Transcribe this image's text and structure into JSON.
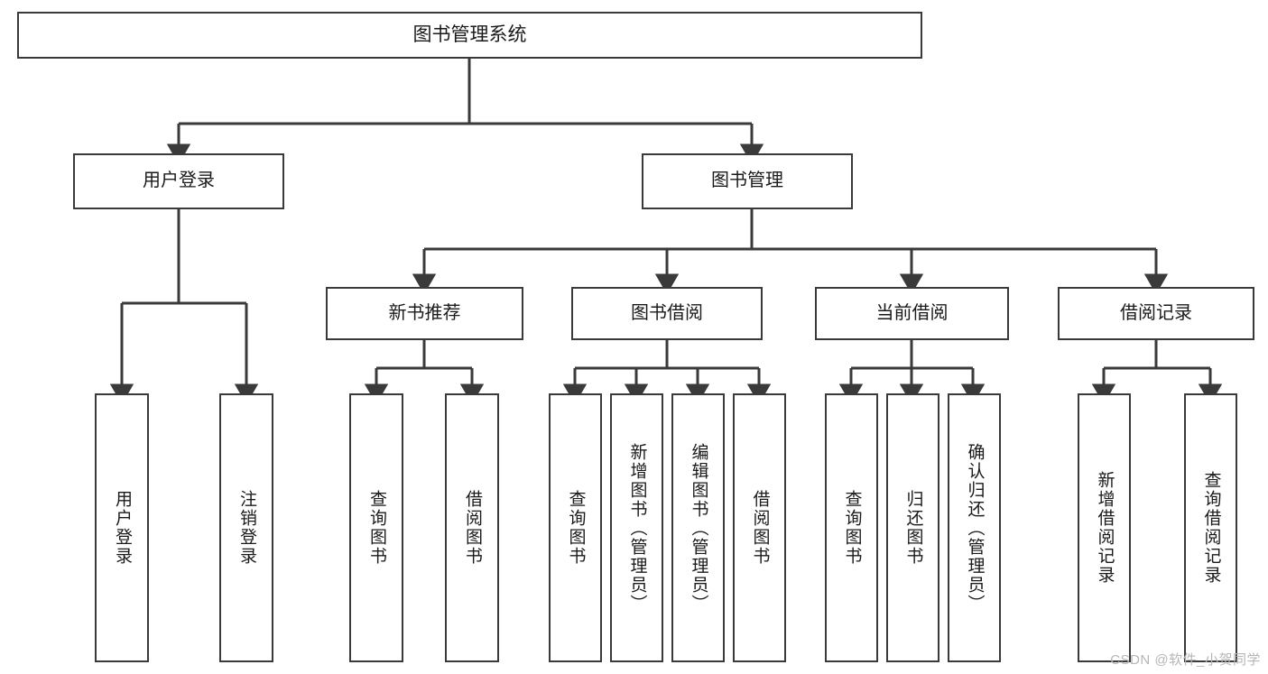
{
  "diagram": {
    "title": "图书管理系统",
    "type": "tree-hierarchy-diagram",
    "colors": {
      "box_border": "#3a3a3a",
      "box_fill": "#ffffff",
      "line": "#3a3a3a",
      "text": "#1a1a1a",
      "watermark": "#b6b6b6"
    },
    "root": {
      "label": "图书管理系统"
    },
    "level2": [
      {
        "label": "用户登录"
      },
      {
        "label": "图书管理"
      }
    ],
    "level3": [
      {
        "label": "新书推荐"
      },
      {
        "label": "图书借阅"
      },
      {
        "label": "当前借阅"
      },
      {
        "label": "借阅记录"
      }
    ],
    "leaves": {
      "user_login": [
        {
          "label": "用户登录"
        },
        {
          "label": "注销登录"
        }
      ],
      "new_book_recommend": [
        {
          "label": "查询图书"
        },
        {
          "label": "借阅图书"
        }
      ],
      "book_borrow": [
        {
          "label": "查询图书"
        },
        {
          "label": "新增图书（管理员）"
        },
        {
          "label": "编辑图书（管理员）"
        },
        {
          "label": "借阅图书"
        }
      ],
      "current_borrow": [
        {
          "label": "查询图书"
        },
        {
          "label": "归还图书"
        },
        {
          "label": "确认归还（管理员）"
        }
      ],
      "borrow_records": [
        {
          "label": "新增借阅记录"
        },
        {
          "label": "查询借阅记录"
        }
      ]
    }
  },
  "watermark": {
    "text": "CSDN @软件_小贺同学"
  }
}
